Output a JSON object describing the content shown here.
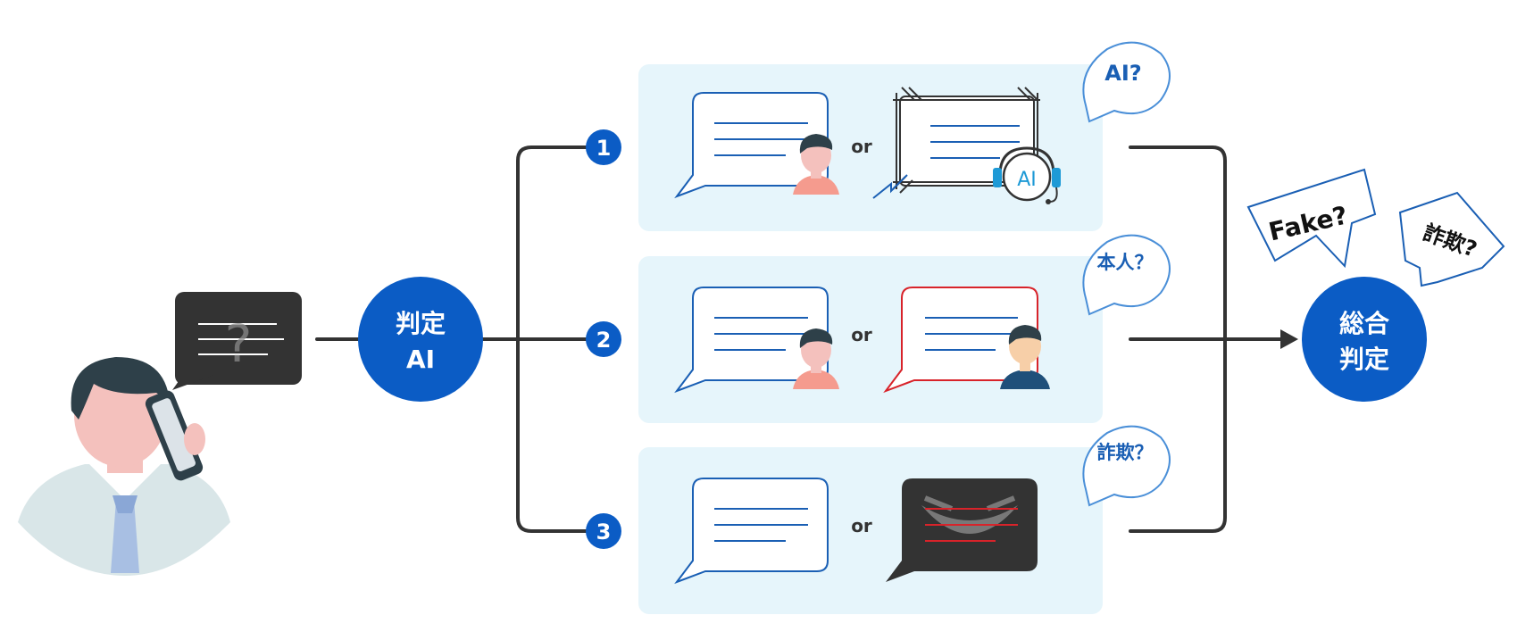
{
  "caller": {
    "unknown_symbol": "?"
  },
  "judge_ai": {
    "line1": "判定",
    "line2": "AI"
  },
  "checks": [
    {
      "number": "1",
      "connector": "or",
      "question": "AI?",
      "badge": "AI"
    },
    {
      "number": "2",
      "connector": "or",
      "question": "本人？"
    },
    {
      "number": "3",
      "connector": "or",
      "question": "詐欺？"
    }
  ],
  "overall": {
    "line1": "総合",
    "line2": "判定",
    "tag_fake": "Fake?",
    "tag_fraud": "詐欺?"
  },
  "colors": {
    "primary_blue": "#0b5cc5",
    "panel_bg": "#e6f5fb",
    "line_dark": "#333333",
    "bubble_outline": "#1a5fb4",
    "alert_red": "#d8232a",
    "dark_bubble": "#333333"
  }
}
